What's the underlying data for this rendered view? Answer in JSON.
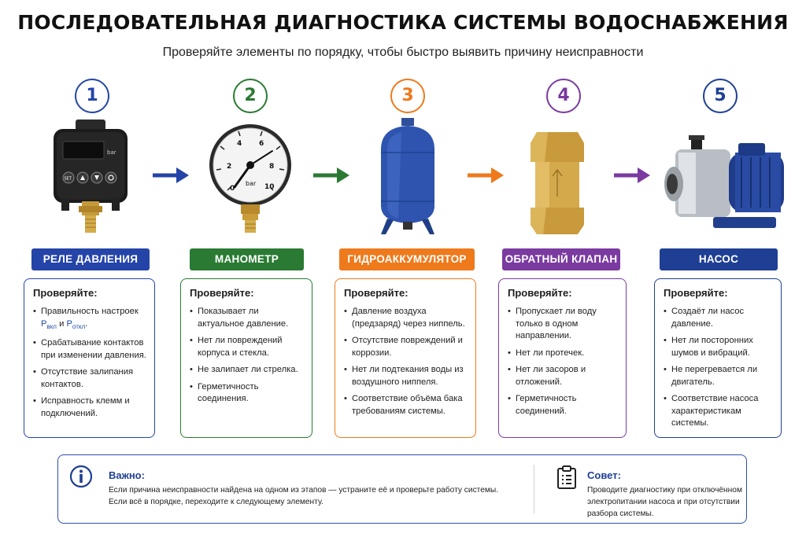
{
  "title": "ПОСЛЕДОВАТЕЛЬНАЯ ДИАГНОСТИКА СИСТЕМЫ ВОДОСНАБЖЕНИЯ",
  "subtitle": "Проверяйте элементы по порядку, чтобы быстро выявить причину неисправности",
  "check_heading": "Проверяйте:",
  "colors": {
    "blue": "#2444a8",
    "green": "#2a7a33",
    "orange": "#ee7a1c",
    "purple": "#7a3aa0",
    "navy": "#1f3f95"
  },
  "relay_display": {
    "unit": "bar",
    "btn_set": "SET"
  },
  "gauge": {
    "ticks": [
      "2",
      "4",
      "6",
      "8",
      "10",
      "0"
    ],
    "unit": "bar"
  },
  "steps": [
    {
      "number": "1",
      "label": "РЕЛЕ ДАВЛЕНИЯ",
      "items": [
        "Срабатывание контактов при изменении давления.",
        "Отсутствие залипания контактов.",
        "Исправность клемм и подключений."
      ],
      "first_item": {
        "text": "Правильность настроек",
        "p1": "P",
        "p1_sub": "вкл",
        "and": "и",
        "p2": "P",
        "p2_sub": "откл",
        "end": "."
      }
    },
    {
      "number": "2",
      "label": "МАНОМЕТР",
      "items": [
        "Показывает ли актуальное давление.",
        "Нет ли повреждений корпуса и стекла.",
        "Не залипает ли стрелка.",
        "Герметичность соединения."
      ]
    },
    {
      "number": "3",
      "label": "ГИДРОАККУМУЛЯТОР",
      "items": [
        "Давление воздуха (предзаряд) через ниппель.",
        "Отсутствие повреждений и коррозии.",
        "Нет ли подтекания воды из воздушного ниппеля.",
        "Соответствие объёма бака требованиям системы."
      ]
    },
    {
      "number": "4",
      "label": "ОБРАТНЫЙ КЛАПАН",
      "items": [
        "Пропускает ли воду только в одном направлении.",
        "Нет ли протечек.",
        "Нет ли засоров и отложений.",
        "Герметичность соединений."
      ]
    },
    {
      "number": "5",
      "label": "НАСОС",
      "items": [
        "Создаёт ли насос давление.",
        "Нет ли посторонних шумов и вибраций.",
        "Не перегревается ли двигатель.",
        "Соответствие насоса характеристикам системы."
      ]
    }
  ],
  "important": {
    "title": "Важно:",
    "line1": "Если причина неисправности найдена на одном из этапов — устраните её и проверьте работу системы.",
    "line2": "Если всё в порядке, переходите к следующему элементу."
  },
  "tip": {
    "title": "Совет:",
    "text": "Проводите диагностику при отключённом электропитании насоса и при отсутствии разбора системы."
  }
}
